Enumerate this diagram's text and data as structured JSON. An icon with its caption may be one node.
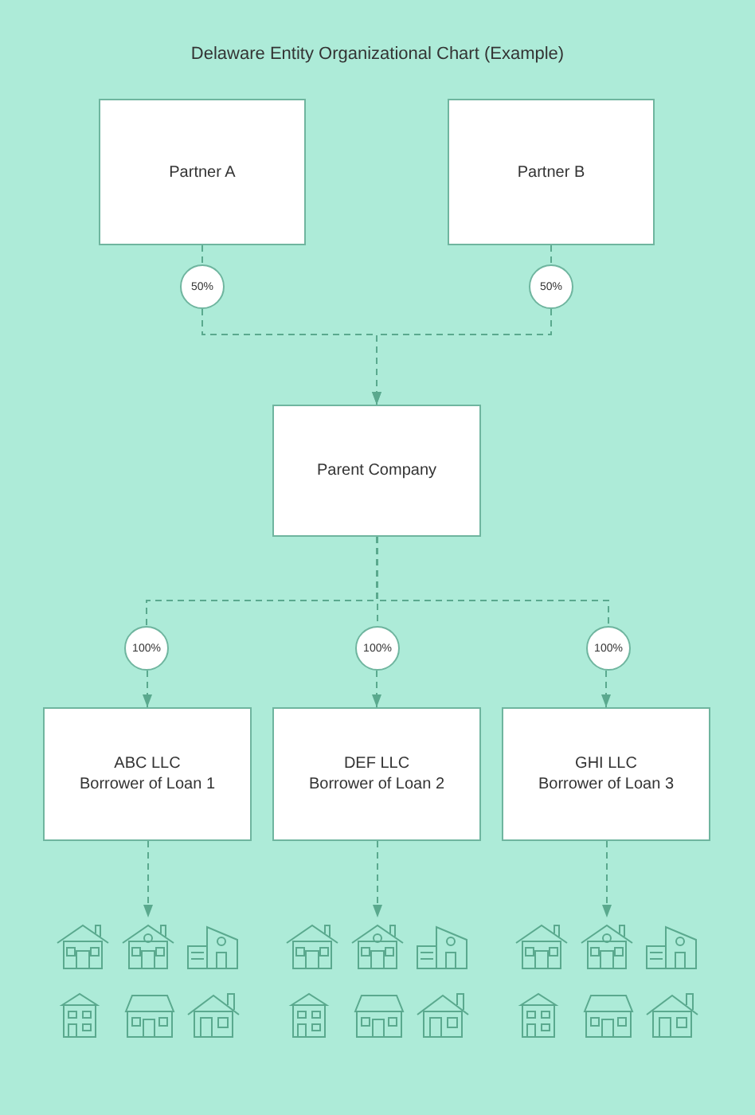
{
  "diagram": {
    "title": "Delaware Entity Organizational Chart (Example)",
    "nodes": [
      {
        "text": [
          "Partner A"
        ]
      },
      {
        "text": [
          "Partner B"
        ]
      },
      {
        "text": [
          "50%"
        ]
      },
      {
        "text": [
          "50%"
        ]
      },
      {
        "text": [
          "Parent Company"
        ]
      },
      {
        "text": [
          "100%"
        ]
      },
      {
        "text": [
          "100%"
        ]
      },
      {
        "text": [
          "100%"
        ]
      },
      {
        "text": [
          "ABC LLC",
          "Borrower of Loan 1"
        ]
      },
      {
        "text": [
          "DEF LLC",
          "Borrower of Loan 2"
        ]
      },
      {
        "text": [
          "GHI LLC",
          "Borrower of Loan 3"
        ]
      },
      {
        "text": [],
        "shape": "picture"
      },
      {
        "text": [],
        "shape": "picture"
      },
      {
        "text": [],
        "shape": "picture"
      }
    ],
    "edges": [
      {
        "from": 0,
        "to": 2,
        "arrow": "none",
        "style": "dashed"
      },
      {
        "from": 1,
        "to": 3,
        "arrow": "none",
        "style": "dashed"
      },
      {
        "from": 2,
        "to": 4,
        "arrow": "to",
        "style": "dashed"
      },
      {
        "from": 3,
        "to": 4,
        "arrow": "to",
        "style": "dashed"
      },
      {
        "from": 4,
        "to": 5,
        "arrow": "none",
        "style": "dashed"
      },
      {
        "from": 4,
        "to": 6,
        "arrow": "none",
        "style": "dashed"
      },
      {
        "from": 4,
        "to": 7,
        "arrow": "none",
        "style": "dashed"
      },
      {
        "from": 5,
        "to": 8,
        "arrow": "to",
        "style": "dashed"
      },
      {
        "from": 6,
        "to": 9,
        "arrow": "to",
        "style": "dashed"
      },
      {
        "from": 7,
        "to": 10,
        "arrow": "to",
        "style": "dashed"
      },
      {
        "from": 8,
        "to": 11,
        "arrow": "to",
        "style": "dashed"
      },
      {
        "from": 9,
        "to": 12,
        "arrow": "to",
        "style": "dashed"
      },
      {
        "from": 10,
        "to": 13,
        "arrow": "to",
        "style": "dashed"
      }
    ]
  }
}
